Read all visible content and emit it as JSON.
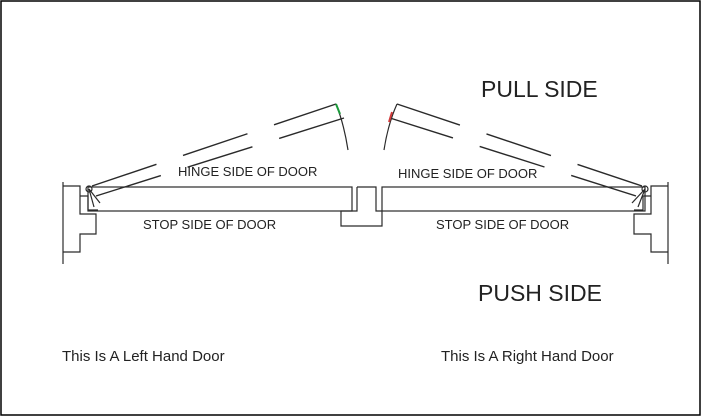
{
  "labels": {
    "pull_side": "PULL SIDE",
    "push_side": "PUSH SIDE",
    "hinge_left": "HINGE SIDE OF DOOR",
    "hinge_right": "HINGE SIDE OF DOOR",
    "stop_left": "STOP SIDE OF DOOR",
    "stop_right": "STOP SIDE OF DOOR",
    "caption_left": "This Is A Left Hand Door",
    "caption_right": "This Is A Right Hand Door"
  },
  "colors": {
    "line": "#2a2a2a",
    "border": "#000000",
    "left_leaf_tip": "#1a9a3a",
    "right_leaf_tip": "#d23a3a"
  }
}
